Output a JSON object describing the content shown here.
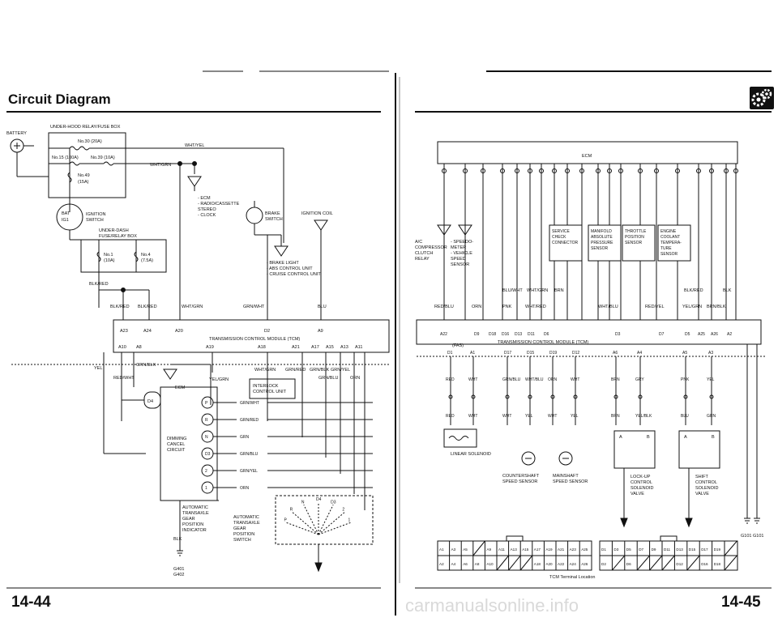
{
  "page": {
    "title": "Circuit Diagram",
    "page_left": "14-44",
    "page_right": "14-45",
    "watermark": "carmanualsonline.info"
  },
  "left": {
    "battery": "BATTERY",
    "fuse_box": "UNDER-HOOD RELAY/FUSE BOX",
    "fuse30": "No.30 (20A)",
    "fuse15": "No.15 (100A)",
    "fuse39": "No.39 (10A)",
    "fuse49": "No.49",
    "fuse49a": "(15A)",
    "wht_yel": "WHT/YEL",
    "wht_grn": "WHT/GRN",
    "ecm_list": [
      "- ECM",
      "- RADIO/CASSETTE",
      "  STEREO",
      "- CLOCK"
    ],
    "bat": "BAT",
    "ig1": "IG1",
    "ign_switch": [
      "IGNITION",
      "SWITCH"
    ],
    "dash_box": [
      "UNDER-DASH",
      "FUSE/RELAY BOX"
    ],
    "no1": [
      "No.1",
      "(10A)"
    ],
    "no4": [
      "No.4",
      "(7.5A)"
    ],
    "brake_switch": [
      "BRAKE",
      "SWITCH"
    ],
    "ign_coil": "IGNITION COIL",
    "brake_list": [
      "- BRAKE LIGHT",
      "- ABS CONTROL UNIT",
      "- CRUISE CONTROL UNIT"
    ],
    "blk_red": "BLK/RED",
    "blk_red2": "BLK/RED",
    "blk_red3": "BLK/RED",
    "wht_grn2": "WHT/GRN",
    "grn_wht": "GRN/WHT",
    "blu": "BLU",
    "term_top": [
      "A23",
      "A24",
      "A20",
      "D2",
      "A9"
    ],
    "tcm": "TRANSMISSION CONTROL MODULE (TCM)",
    "term_bot": [
      "A10",
      "A8",
      "A19",
      "A18",
      "A21",
      "A17",
      "A15",
      "A13",
      "A11"
    ],
    "yel": "YEL",
    "grn_blk": "GRN/BLK",
    "red_wht": "RED/WHT",
    "ecm": "ECM",
    "yel_grn": "YEL/GRN",
    "interlock": [
      "INTERLOCK",
      "CONTROL UNIT"
    ],
    "mid_wires": [
      "WHT/GRN",
      "GRN/RED",
      "GRN/BLK",
      "GRN/YEL",
      "GRN/BLU",
      "ORN"
    ],
    "dimming": [
      "DIMMING",
      "CANCEL",
      "CIRCUIT"
    ],
    "pos_letters": [
      "D4",
      "P",
      "R",
      "N",
      "D3",
      "2",
      "1"
    ],
    "pos_wires": [
      "GRN/WHT",
      "GRN/RED",
      "GRN",
      "GRN/BLU",
      "GRN/YEL",
      "ORN"
    ],
    "atx_ind": [
      "AUTOMATIC",
      "TRANSAXLE",
      "GEAR",
      "POSITION",
      "INDICATOR"
    ],
    "atx_sw": [
      "AUTOMATIC",
      "TRANSAXLE",
      "GEAR",
      "POSITION",
      "SWITCH"
    ],
    "sw_letters": [
      "P",
      "R",
      "N",
      "D4",
      "D3",
      "2",
      "1"
    ],
    "blk": "BLK",
    "g401": "G401",
    "g402": "G402"
  },
  "right": {
    "ecm": "ECM",
    "ac": [
      "A/C",
      "COMPRESSOR",
      "CLUTCH",
      "RELAY"
    ],
    "speedo": [
      "- SPEEDO-",
      "  METER",
      "- VEHICLE",
      "  SPEED",
      "  SENSOR"
    ],
    "boxes": [
      [
        "SERVICE",
        "CHECK",
        "CONNECTOR"
      ],
      [
        "MANIFOLD",
        "ABSOLUTE",
        "PRESSURE",
        "SENSOR"
      ],
      [
        "THROTTLE",
        "POSITION",
        "SENSOR"
      ],
      [
        "ENGINE",
        "COOLANT",
        "TEMPERA-",
        "TURE",
        "SENSOR"
      ]
    ],
    "wires1": [
      "BLU/WHT",
      "WHT/GRN",
      "BRN",
      "BLK/RED",
      "BLK"
    ],
    "wires2": [
      "RED/BLU",
      "ORN",
      "PNK",
      "WHT/RED",
      "WHT/BLU",
      "RED/YEL",
      "YEL/GRN",
      "BRN/BLK"
    ],
    "terms": [
      "A22",
      "D9",
      "D18",
      "D16",
      "D13",
      "D11",
      "D6",
      "D3",
      "D7",
      "D5",
      "A25",
      "A26",
      "A2"
    ],
    "fas": "(FAS)",
    "tcm": "TRANSMISSION CONTROL MODULE (TCM)",
    "terms2": [
      "D1",
      "A1",
      "D17",
      "D15",
      "D19",
      "D12",
      "A6",
      "A4",
      "A5",
      "A3"
    ],
    "wires3": [
      "RED",
      "WHT",
      "GRN/BLU",
      "WHT/BLU",
      "ORN",
      "WHT",
      "BRN",
      "GRY",
      "PNK",
      "YEL"
    ],
    "wires4": [
      "RED",
      "WHT",
      "WHT",
      "YEL",
      "WHT",
      "YEL",
      "BRN",
      "YEL/BLK",
      "BLU",
      "GRN"
    ],
    "linear": "LINEAR SOLENOID",
    "counter": [
      "COUNTERSHAFT",
      "SPEED SENSOR"
    ],
    "mainshaft": [
      "MAINSHAFT",
      "SPEED SENSOR"
    ],
    "ab": [
      "A",
      "B",
      "A",
      "B"
    ],
    "lockup": [
      "LOCK-UP",
      "CONTROL",
      "SOLENOID",
      "VALVE"
    ],
    "shift": [
      "SHIFT",
      "CONTROL",
      "SOLENOID",
      "VALVE"
    ],
    "ground": "G101 G101",
    "tcm_loc": "TCM Terminal Location",
    "conn_a_top": [
      "A1",
      "A3",
      "A5",
      "",
      "A9",
      "A11",
      "A13",
      "A15",
      "A17",
      "A19",
      "A21",
      "A23",
      "A25"
    ],
    "conn_a_bot": [
      "A2",
      "A4",
      "A6",
      "A8",
      "A10",
      "",
      "",
      "",
      "A18",
      "A20",
      "A22",
      "A24",
      "A26"
    ],
    "conn_d_top": [
      "D1",
      "D3",
      "D5",
      "D7",
      "D9",
      "D11",
      "D13",
      "D15",
      "D17",
      "D19",
      ""
    ],
    "conn_d_bot": [
      "D2",
      "",
      "D6",
      "",
      "",
      "",
      "D12",
      "",
      "D16",
      "D18",
      ""
    ]
  }
}
